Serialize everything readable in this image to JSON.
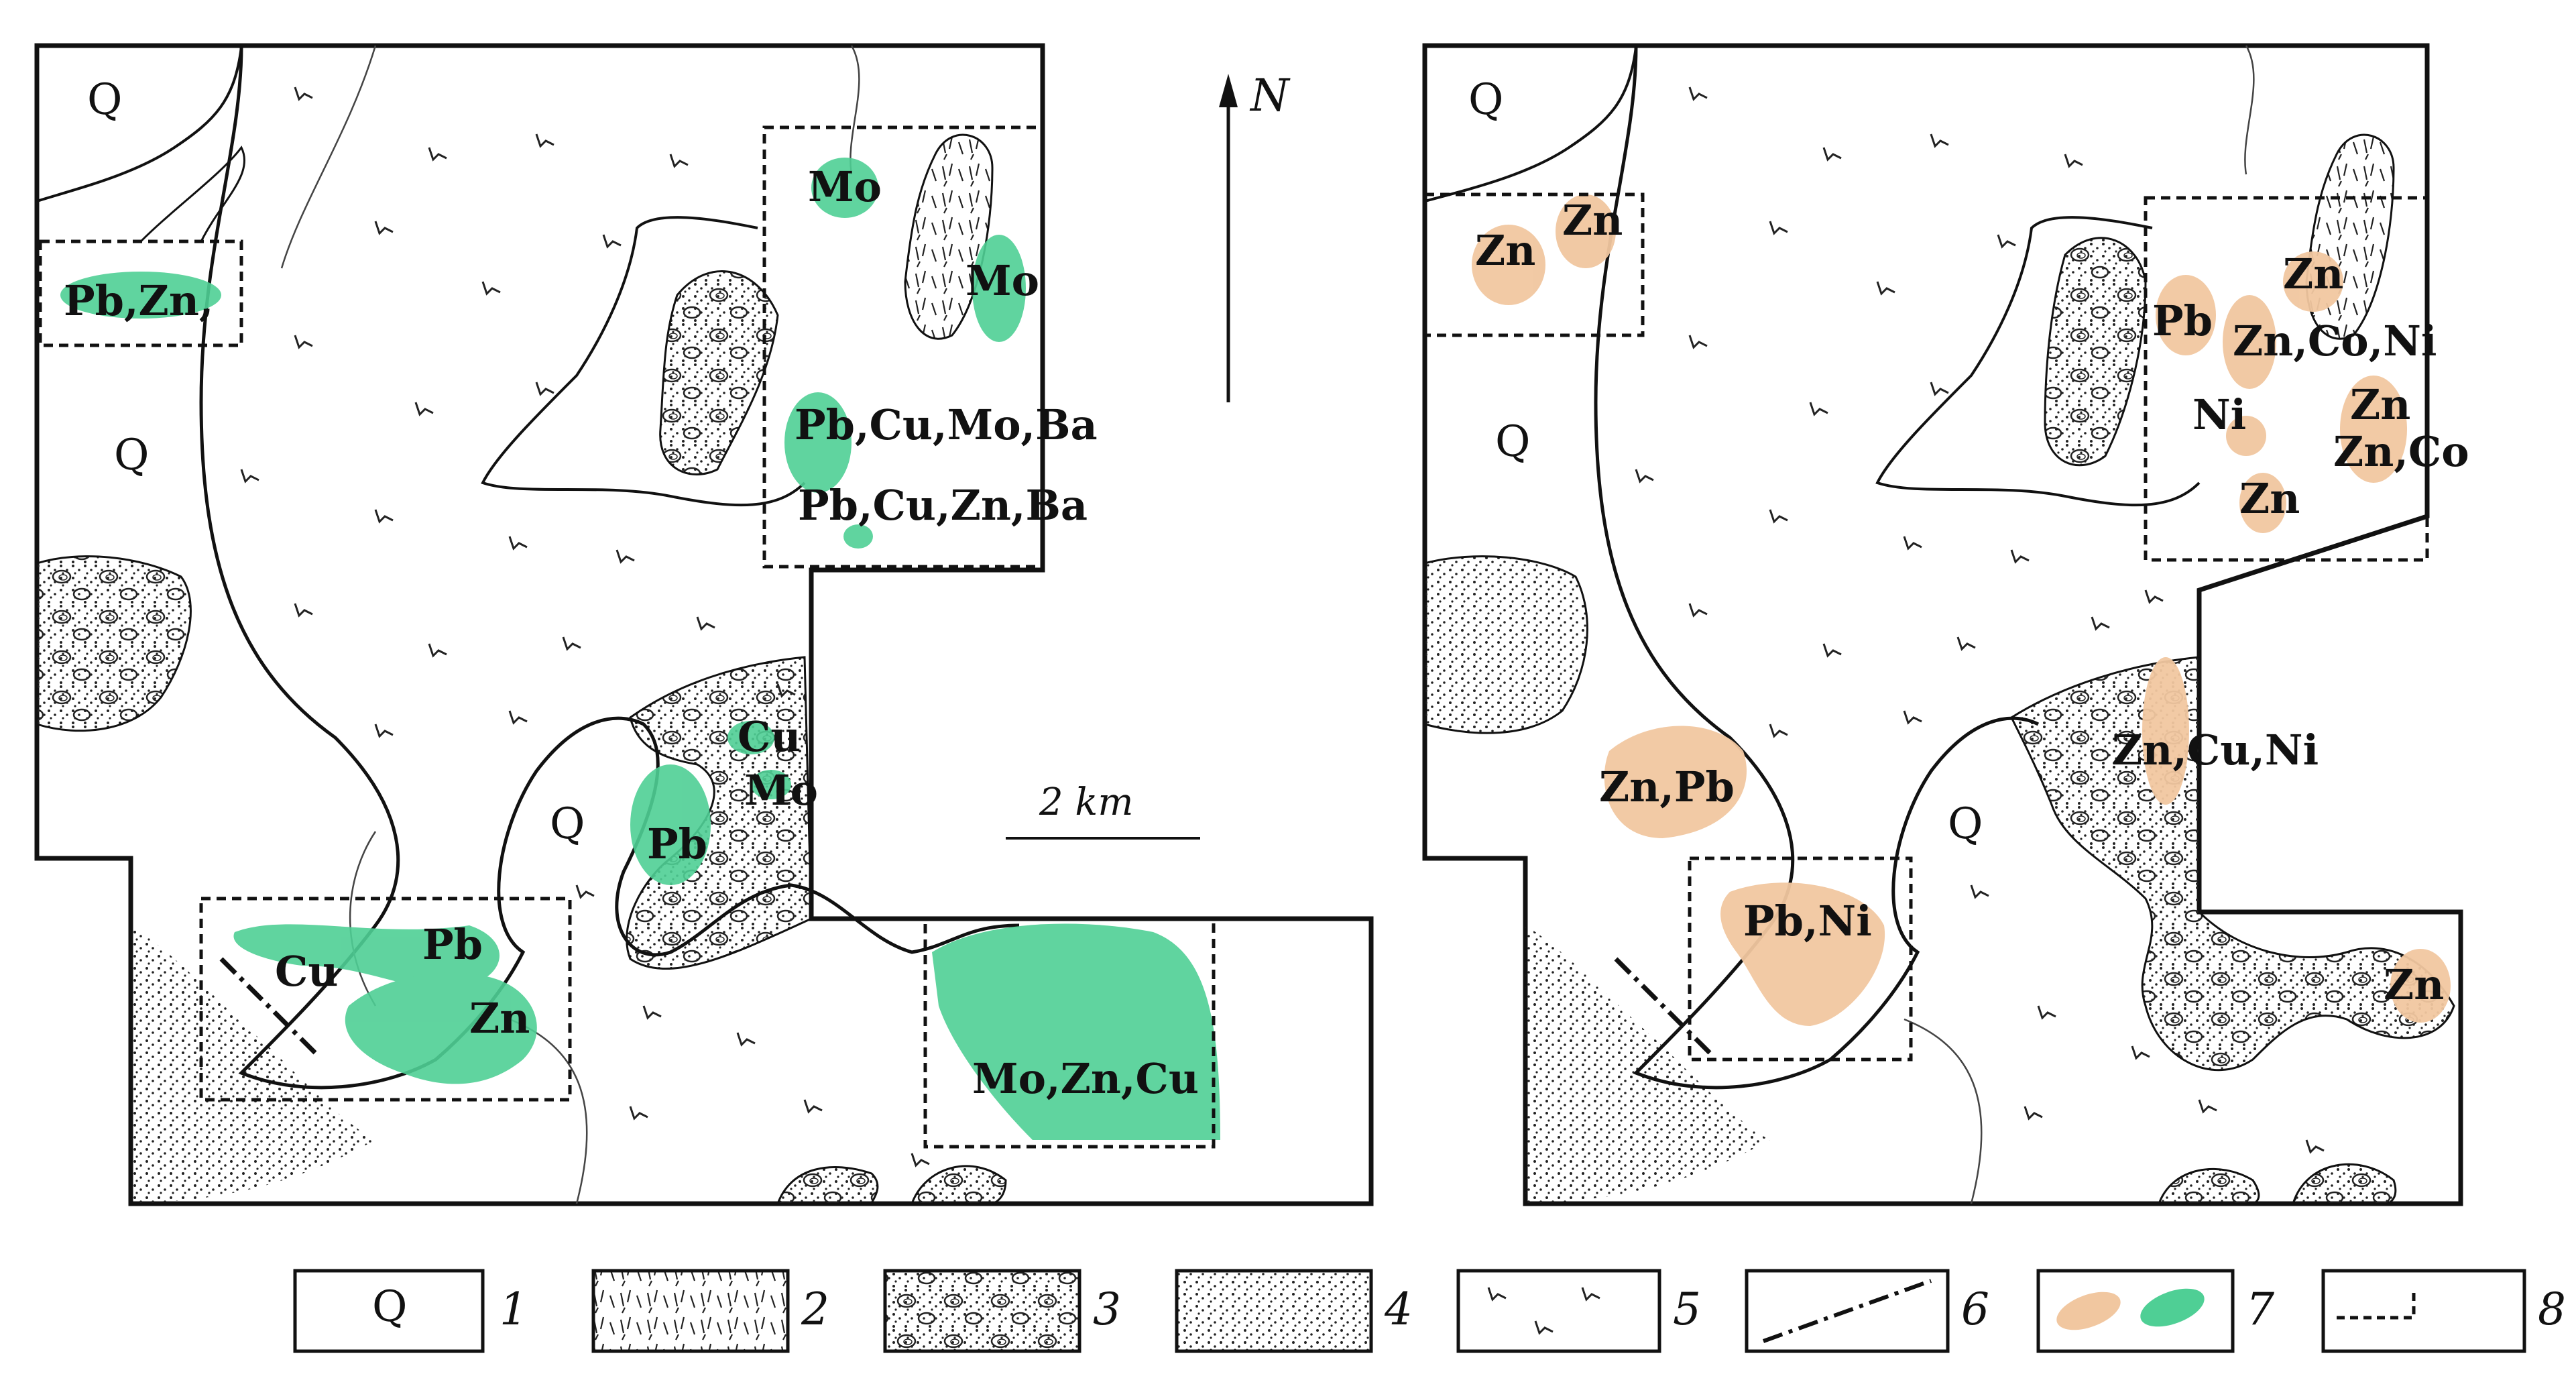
{
  "north_label": "N",
  "scale_label": "2 km",
  "colors": {
    "green_anomaly": "#4fcf95",
    "orange_anomaly": "#f1c7a0",
    "ink": "#111111",
    "background": "#ffffff"
  },
  "left_map": {
    "quaternary_labels": [
      "Q",
      "Q",
      "Q"
    ],
    "anomaly_labels": [
      "Pb,Zn,",
      "Mo",
      "Mo",
      "Pb,Cu,Mo,Ba",
      "Pb,Cu,Zn,Ba",
      "Cu",
      "Mo",
      "Pb",
      "Cu",
      "Pb",
      "Zn",
      "Mo,Zn,Cu"
    ]
  },
  "right_map": {
    "quaternary_labels": [
      "Q",
      "Q",
      "Q"
    ],
    "anomaly_labels": [
      "Zn",
      "Zn",
      "Zn",
      "Pb",
      "Zn,Co,Ni",
      "Ni",
      "Zn",
      "Zn,Co",
      "Zn",
      "Zn,Cu,Ni",
      "Zn,Pb",
      "Pb,Ni",
      "Zn"
    ]
  },
  "legend": [
    {
      "number": "1",
      "symbol": "Q",
      "pattern": "quaternary-deposits"
    },
    {
      "number": "2",
      "pattern": "dash-strokes"
    },
    {
      "number": "3",
      "pattern": "pebbles-and-dots"
    },
    {
      "number": "4",
      "pattern": "fine-dots"
    },
    {
      "number": "5",
      "pattern": "v-symbols"
    },
    {
      "number": "6",
      "pattern": "dash-dot-fault-line"
    },
    {
      "number": "7",
      "pattern": "orange-and-green-anomalies"
    },
    {
      "number": "8",
      "pattern": "dashed-area-outline"
    }
  ]
}
